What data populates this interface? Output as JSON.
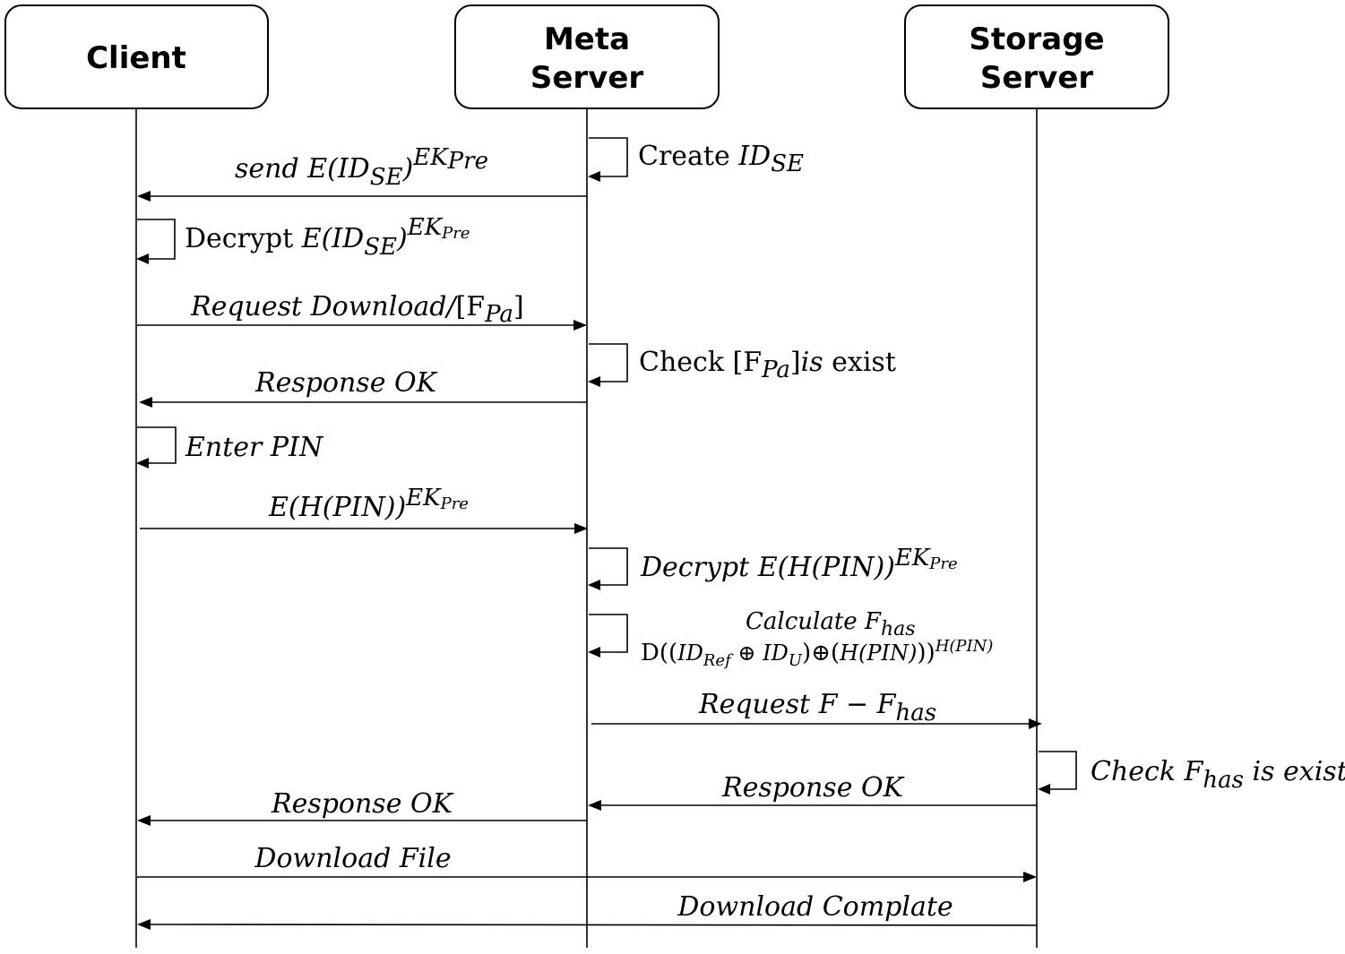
{
  "participants": {
    "client": {
      "line1": "Client"
    },
    "meta": {
      "line1": "Meta",
      "line2": "Server"
    },
    "storage": {
      "line1": "Storage",
      "line2": "Server"
    }
  },
  "messages": {
    "send_ese": {
      "a": "send E(ID",
      "sub": "SE",
      "b": ")",
      "sup_a": "EK",
      "sup_sub": "Pre"
    },
    "create_idse": {
      "a": "Create ",
      "b": "ID",
      "sub": "SE"
    },
    "decrypt_ese": {
      "a": "Decrypt ",
      "b": "E(ID",
      "sub": "SE",
      "c": ")",
      "sup_a": "EK",
      "sup_sub": "Pre"
    },
    "request_download": {
      "a": "Request Download/",
      "b": "[F",
      "sub": "Pa",
      "c": "]"
    },
    "check_fpa": {
      "a": "Check ",
      "b": "[F",
      "sub": "Pa",
      "c": "]",
      "d": "is",
      "e": " exist"
    },
    "response_ok_1": {
      "text": "Response OK"
    },
    "enter_pin": {
      "text": "Enter PIN"
    },
    "e_h_pin": {
      "a": "E(H(PIN))",
      "sup_a": "EK",
      "sup_sub": "Pre"
    },
    "decrypt_ehpin": {
      "a": "Decrypt E(H(PIN))",
      "sup_a": "EK",
      "sup_sub": "Pre"
    },
    "calculate": {
      "line1_a": "Calculate F",
      "line1_sub": "has",
      "line2_a": "D((",
      "line2_b": "ID",
      "line2_sub1": "Ref",
      "line2_c": " ⊕ ID",
      "line2_sub2": "U",
      "line2_d": ")⊕(",
      "line2_e": "H(PIN)",
      "line2_f": "))",
      "line2_sup": "H(PIN)"
    },
    "request_f": {
      "a": "Request F − F",
      "sub": "has"
    },
    "check_fhas": {
      "a": "Check F",
      "sub": "has",
      "b": " is exist"
    },
    "response_ok_2": {
      "text": "Response OK"
    },
    "response_ok_3": {
      "text": "Response OK"
    },
    "download_file": {
      "text": "Download File"
    },
    "download_complate": {
      "text": "Download Complate"
    }
  }
}
